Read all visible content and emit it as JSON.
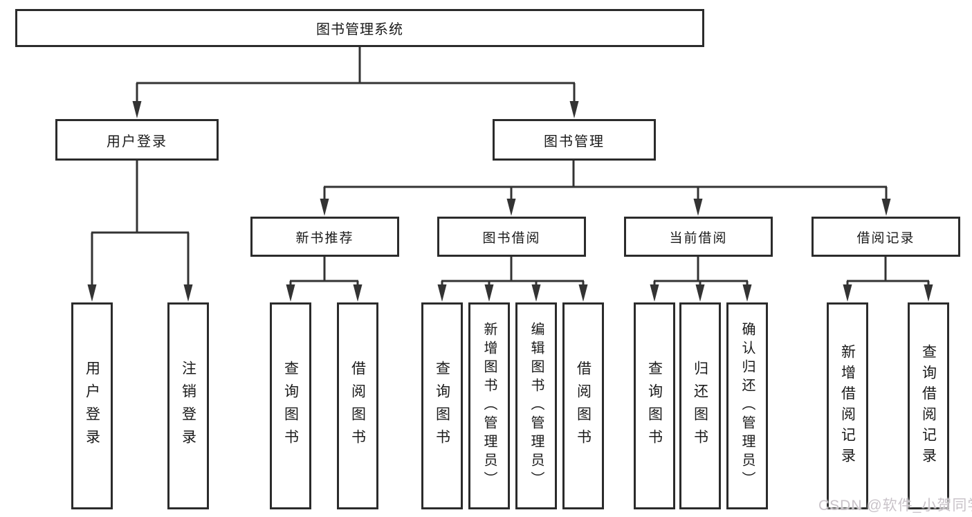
{
  "colors": {
    "line": "#333333",
    "box_border": "#2b2b2b",
    "text": "#1a1a1a",
    "watermark": "#c9c3c9",
    "background": "#ffffff"
  },
  "tree": {
    "root": "图书管理系统",
    "children": [
      {
        "label": "用户登录",
        "children": [
          {
            "label": "用户登录"
          },
          {
            "label": "注销登录"
          }
        ]
      },
      {
        "label": "图书管理",
        "children": [
          {
            "label": "新书推荐",
            "children": [
              {
                "label": "查询图书"
              },
              {
                "label": "借阅图书"
              }
            ]
          },
          {
            "label": "图书借阅",
            "children": [
              {
                "label": "查询图书"
              },
              {
                "label": "新增图书（管理员）"
              },
              {
                "label": "编辑图书（管理员）"
              },
              {
                "label": "借阅图书"
              }
            ]
          },
          {
            "label": "当前借阅",
            "children": [
              {
                "label": "查询图书"
              },
              {
                "label": "归还图书"
              },
              {
                "label": "确认归还（管理员）"
              }
            ]
          },
          {
            "label": "借阅记录",
            "children": [
              {
                "label": "新增借阅记录"
              },
              {
                "label": "查询借阅记录"
              }
            ]
          }
        ]
      }
    ]
  },
  "watermark": "CSDN @软件_小贺同学"
}
